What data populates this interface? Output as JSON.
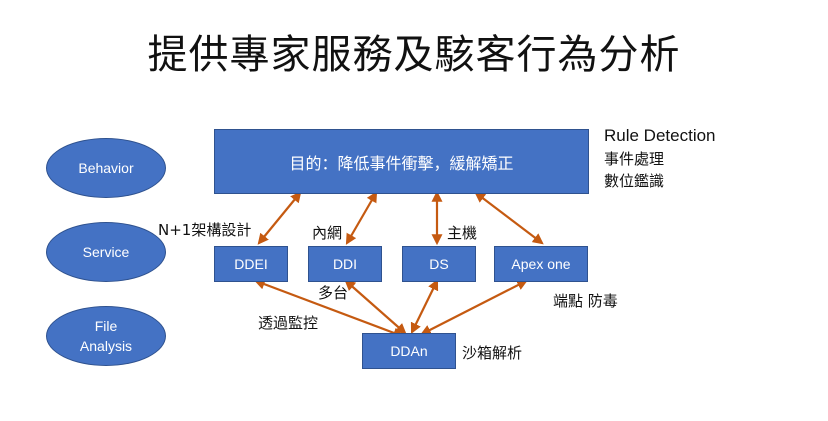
{
  "title": "提供專家服務及駭客行為分析",
  "categories": [
    {
      "label": "Behavior"
    },
    {
      "label": "Service"
    },
    {
      "label": "File\nAnalysis"
    }
  ],
  "goal_box": {
    "label": "目的：降低事件衝擊，緩解矯正"
  },
  "nodes": {
    "ddei": "DDEI",
    "ddi": "DDI",
    "ds": "DS",
    "apex": "Apex one",
    "ddan": "DDAn"
  },
  "side_labels": {
    "rule_detection": "Rule Detection",
    "incident_handling": "事件處理",
    "digital_forensics": "數位鑑識",
    "n_plus_1": "N+1架構設計",
    "intranet": "內網",
    "host": "主機",
    "multi": "多台",
    "transparent_monitor": "透過監控",
    "endpoint_protection": "端點 防毒",
    "sandbox": "沙箱解析"
  },
  "colors": {
    "box_fill": "#4472c4",
    "box_border": "#2f528f",
    "arrow": "#c55a11"
  }
}
